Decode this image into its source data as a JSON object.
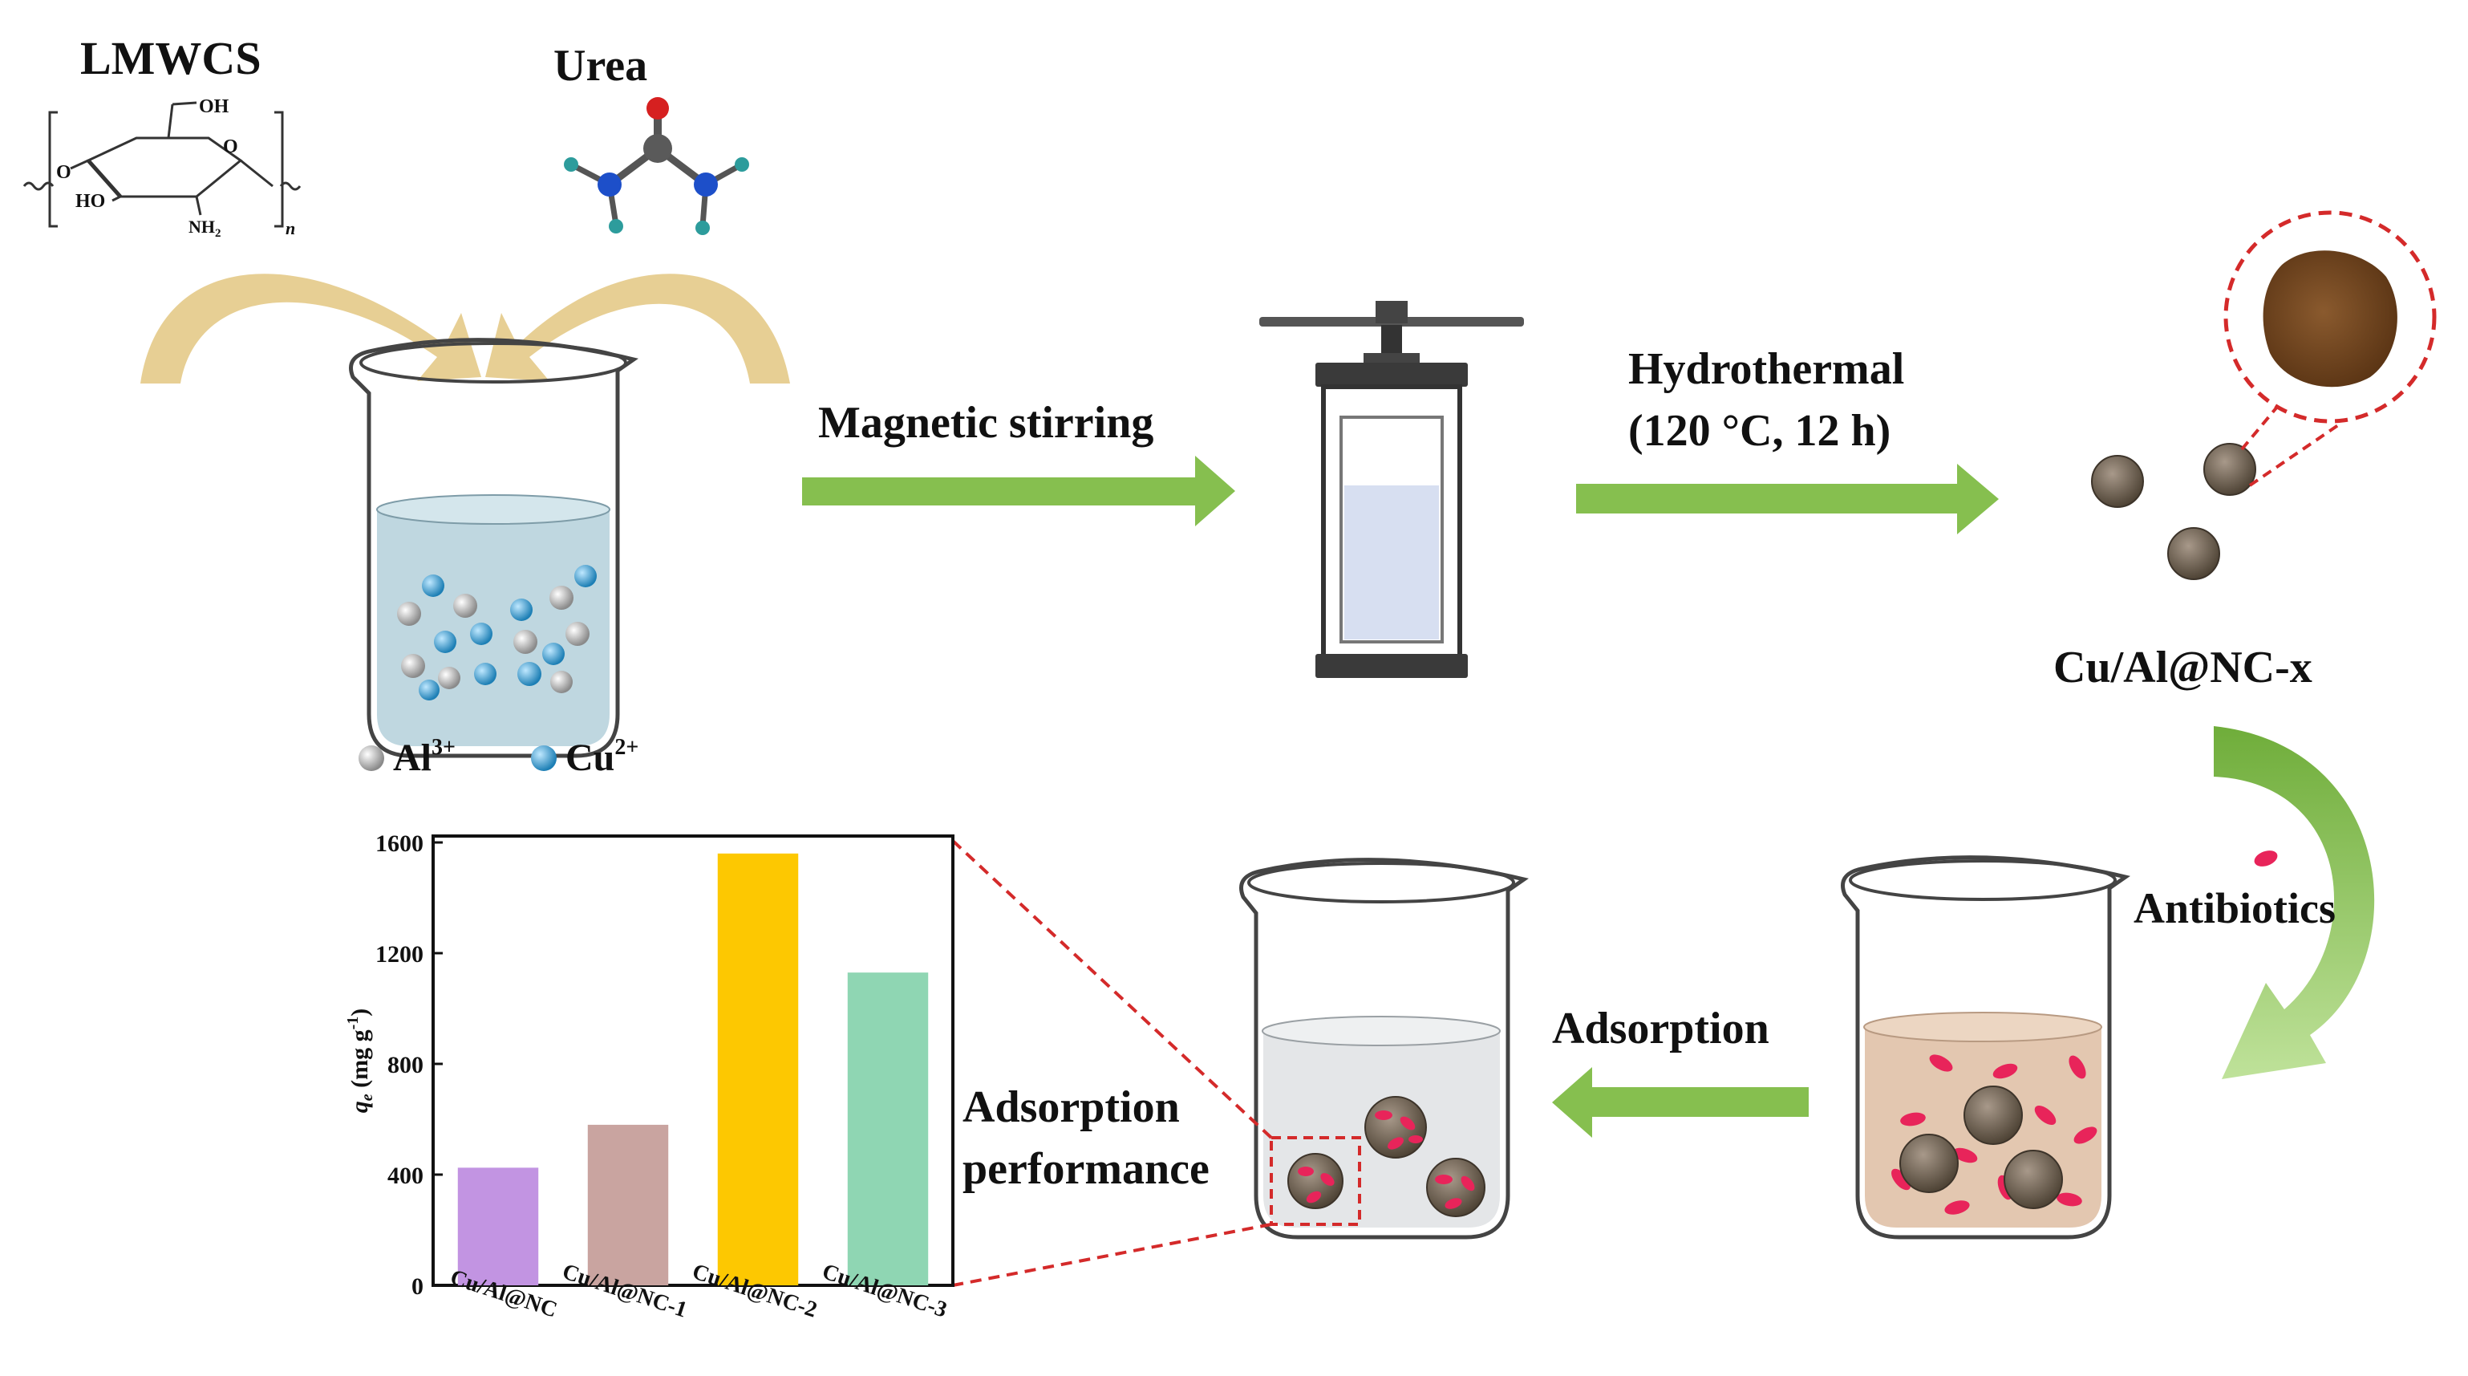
{
  "labels": {
    "lmwcs": "LMWCS",
    "urea": "Urea",
    "oh": "OH",
    "ho": "HO",
    "o_ring": "O",
    "o_link": "O",
    "nh2": "NH",
    "nh2_sub": "2",
    "n_sub": "n",
    "al_ion": "Al",
    "al_charge": "3+",
    "cu_ion": "Cu",
    "cu_charge": "2+",
    "magnetic_stirring": "Magnetic stirring",
    "hydrothermal_line1": "Hydrothermal",
    "hydrothermal_line2": "(120 °C, 12 h)",
    "product": "Cu/Al@NC-x",
    "antibiotics": "Antibiotics",
    "adsorption": "Adsorption",
    "adsorption_performance_line1": "Adsorption",
    "adsorption_performance_line2": "performance"
  },
  "colors": {
    "arrow_green": "#86bf4f",
    "curved_arrow_tan": "#e7cf94",
    "water_blue": "#bfd7e0",
    "solution_peach": "#e3c7b0",
    "particle_brown": "#6e6150",
    "antibiotic_red": "#e8245a",
    "cu_ion": "#2f9fd8",
    "al_ion": "#bdbdbd",
    "dashed_red": "#d42a2a"
  },
  "chart_data": {
    "type": "bar",
    "ylabel": "q",
    "ylabel_sub": "e",
    "ylabel_unit": " (mg g",
    "ylabel_unit_sup": "-1",
    "ylabel_close": ")",
    "categories": [
      "Cu/Al@NC",
      "Cu/Al@NC-1",
      "Cu/Al@NC-2",
      "Cu/Al@NC-3"
    ],
    "values": [
      425,
      580,
      1560,
      1130
    ],
    "colors": [
      "#c294e2",
      "#c9a4a0",
      "#fdc801",
      "#8fd6b3"
    ],
    "ylim": [
      0,
      1600
    ],
    "yticks": [
      0,
      400,
      800,
      1200,
      1600
    ],
    "grid": false
  }
}
